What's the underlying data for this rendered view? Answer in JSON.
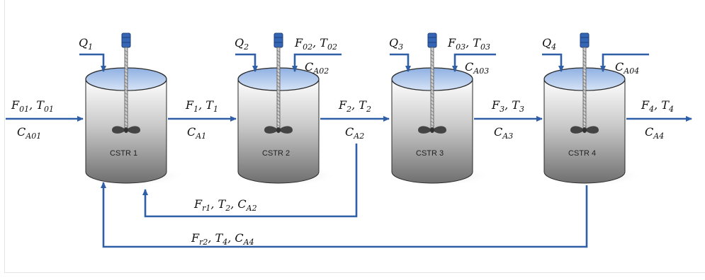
{
  "colors": {
    "stream": "#2f5fa6",
    "tank_top": "#aac3ea",
    "tank_rim": "#2a2a2a",
    "motor": "#3566b5"
  },
  "tanks": [
    {
      "name": "CSTR 1"
    },
    {
      "name": "CSTR 2"
    },
    {
      "name": "CSTR 3"
    },
    {
      "name": "CSTR 4"
    }
  ],
  "labels": {
    "q1": {
      "main": "Q",
      "sub": "1"
    },
    "q2": {
      "main": "Q",
      "sub": "2"
    },
    "q3": {
      "main": "Q",
      "sub": "3"
    },
    "q4": {
      "main": "Q",
      "sub": "4"
    },
    "feed0": {
      "f": "F",
      "f_sub": "01",
      "t": "T",
      "t_sub": "01"
    },
    "ca01": {
      "main": "C",
      "sub": "A01"
    },
    "feed2": {
      "f": "F",
      "f_sub": "02",
      "t": "T",
      "t_sub": "02"
    },
    "ca02": {
      "main": "C",
      "sub": "A02"
    },
    "feed3": {
      "f": "F",
      "f_sub": "03",
      "t": "T",
      "t_sub": "03"
    },
    "ca03": {
      "main": "C",
      "sub": "A03"
    },
    "ca04": {
      "main": "C",
      "sub": "A04"
    },
    "out1": {
      "f": "F",
      "f_sub": "1",
      "t": "T",
      "t_sub": "1"
    },
    "ca1": {
      "main": "C",
      "sub": "A1"
    },
    "out2": {
      "f": "F",
      "f_sub": "2",
      "t": "T",
      "t_sub": "2"
    },
    "ca2": {
      "main": "C",
      "sub": "A2"
    },
    "out3": {
      "f": "F",
      "f_sub": "3",
      "t": "T",
      "t_sub": "3"
    },
    "ca3": {
      "main": "C",
      "sub": "A3"
    },
    "out4": {
      "f": "F",
      "f_sub": "4",
      "t": "T",
      "t_sub": "4"
    },
    "ca4": {
      "main": "C",
      "sub": "A4"
    },
    "recycle1": {
      "f": "F",
      "f_sub": "r1",
      "t": "T",
      "t_sub": "2",
      "c": "C",
      "c_sub": "A2"
    },
    "recycle2": {
      "f": "F",
      "f_sub": "r2",
      "t": "T",
      "t_sub": "4",
      "c": "C",
      "c_sub": "A4"
    }
  }
}
